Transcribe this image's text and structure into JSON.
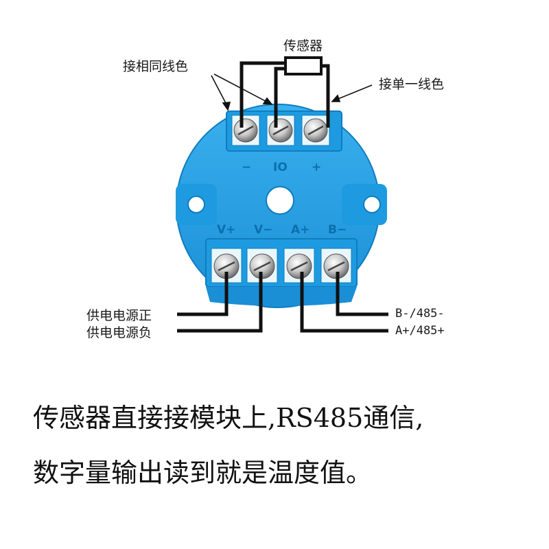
{
  "labels": {
    "sensor": "传感器",
    "same_color": "接相同线色",
    "single_color": "接单一线色",
    "power_positive": "供电电源正",
    "power_negative": "供电电源负",
    "b_485": "B-/485-",
    "a_485": "A+/485+"
  },
  "terminals": {
    "top": [
      "−",
      "IO",
      "+"
    ],
    "bottom": [
      "V+",
      "V−",
      "A+",
      "B−"
    ]
  },
  "caption": {
    "line1": "传感器直接接模块上,RS485通信,",
    "line2": "数字量输出读到就是温度值。"
  },
  "colors": {
    "module_blue": "#1e9be0",
    "module_blue_dark": "#0f7cc0",
    "wire": "#111111"
  }
}
